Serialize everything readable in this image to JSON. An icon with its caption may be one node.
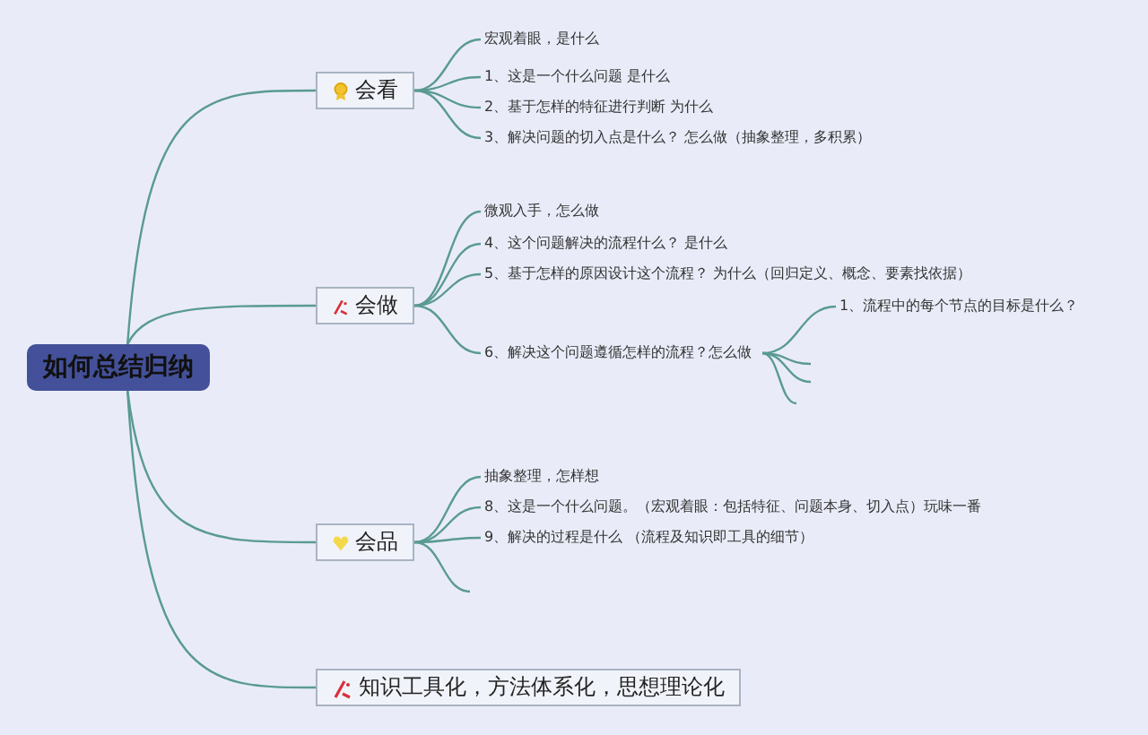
{
  "diagram": {
    "nodes": [
      {
        "text": [
          "如何总结归纳"
        ]
      },
      {
        "text": [
          "会看"
        ]
      },
      {
        "text": [
          "宏观着眼，是什么"
        ]
      },
      {
        "text": [
          "1、这是一个什么问题 是什么"
        ]
      },
      {
        "text": [
          "2、基于怎样的特征进行判断 为什么"
        ]
      },
      {
        "text": [
          "3、解决问题的切入点是什么？ 怎么做（抽象整理，多积累）"
        ]
      },
      {
        "text": [
          "会做"
        ]
      },
      {
        "text": [
          "微观入手，怎么做"
        ]
      },
      {
        "text": [
          "4、这个问题解决的流程什么？ 是什么"
        ]
      },
      {
        "text": [
          "5、基于怎样的原因设计这个流程？ 为什么（回归定义、概念、要素找依据）"
        ]
      },
      {
        "text": [
          "6、解决这个问题遵循怎样的流程？怎么做"
        ]
      },
      {
        "text": [
          "1、流程中的每个节点的目标是什么？"
        ]
      },
      {
        "text": [
          "会品"
        ]
      },
      {
        "text": [
          "抽象整理，怎样想"
        ]
      },
      {
        "text": [
          "8、这是一个什么问题。（宏观着眼：包括特征、问题本身、切入点）玩味一番"
        ]
      },
      {
        "text": [
          "9、解决的过程是什么 （流程及知识即工具的细节）"
        ]
      },
      {
        "text": [
          "知识工具化，方法体系化，思想理论化"
        ]
      }
    ],
    "edges": [
      {
        "from": 0,
        "to": 1,
        "arrow": "none"
      },
      {
        "from": 1,
        "to": 2,
        "arrow": "none"
      },
      {
        "from": 1,
        "to": 3,
        "arrow": "none"
      },
      {
        "from": 1,
        "to": 4,
        "arrow": "none"
      },
      {
        "from": 1,
        "to": 5,
        "arrow": "none"
      },
      {
        "from": 0,
        "to": 6,
        "arrow": "none"
      },
      {
        "from": 6,
        "to": 7,
        "arrow": "none"
      },
      {
        "from": 6,
        "to": 8,
        "arrow": "none"
      },
      {
        "from": 6,
        "to": 9,
        "arrow": "none"
      },
      {
        "from": 6,
        "to": 10,
        "arrow": "none"
      },
      {
        "from": 10,
        "to": 11,
        "arrow": "none"
      },
      {
        "from": 10,
        "to": null,
        "arrow": "none"
      },
      {
        "from": 10,
        "to": null,
        "arrow": "none"
      },
      {
        "from": 10,
        "to": null,
        "arrow": "none"
      },
      {
        "from": 0,
        "to": 12,
        "arrow": "none"
      },
      {
        "from": 12,
        "to": 13,
        "arrow": "none"
      },
      {
        "from": 12,
        "to": 14,
        "arrow": "none"
      },
      {
        "from": 12,
        "to": 15,
        "arrow": "none"
      },
      {
        "from": 12,
        "to": null,
        "arrow": "none"
      },
      {
        "from": 0,
        "to": 16,
        "arrow": "none"
      }
    ]
  }
}
